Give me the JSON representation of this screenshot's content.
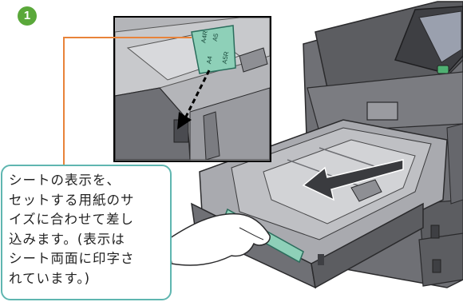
{
  "step": {
    "number": "1"
  },
  "inset_label": {
    "lines": [
      "A4R",
      "A4",
      "A5",
      "A5R"
    ]
  },
  "callout": {
    "lines": [
      "シートの表示を、",
      "セットする用紙のサ",
      "イズに合わせて差し",
      "込みます。(表示は",
      "シート両面に印字さ",
      "れています。)"
    ]
  },
  "colors": {
    "step_badge": "#5aa83a",
    "callout_border": "#5fb6b0",
    "leader_line": "#e8833a",
    "size_label": "#8ed0b8",
    "machine_body": "#6f7075",
    "machine_dark": "#3e3f43",
    "tray_light": "#a9aaaf"
  }
}
